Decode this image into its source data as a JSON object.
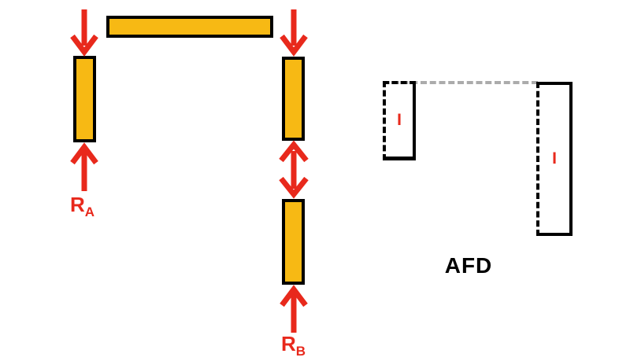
{
  "colors": {
    "orange": "#F7B914",
    "red": "#E8291C",
    "black": "#000000",
    "gray_dash": "#ABABAB"
  },
  "frame": {
    "reaction_a": {
      "label": "R",
      "subscript": "A"
    },
    "reaction_b": {
      "label": "R",
      "subscript": "B"
    }
  },
  "afd": {
    "title": "AFD",
    "left_block_label": "I",
    "right_block_label": "I"
  }
}
